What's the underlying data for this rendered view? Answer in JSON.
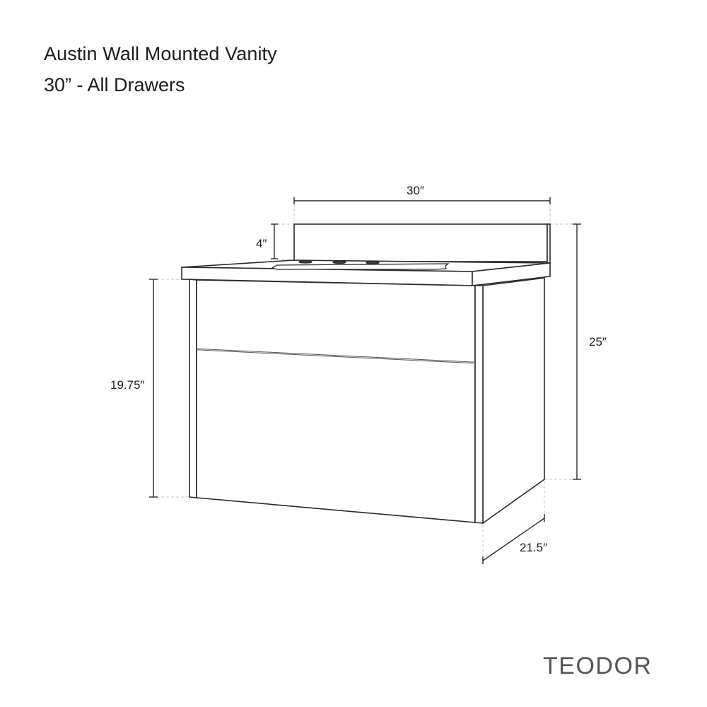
{
  "header": {
    "title": "Austin Wall Mounted Vanity",
    "subtitle": "30” - All Drawers"
  },
  "dimensions": {
    "width": "30″",
    "backsplash_height": "4″",
    "cabinet_height": "19.75″",
    "total_height": "25″",
    "depth": "21.5″"
  },
  "brand": {
    "logo_text": "TEODOR"
  },
  "colors": {
    "line": "#2a2a2a",
    "guide": "#bdbdbd",
    "background": "#ffffff"
  }
}
